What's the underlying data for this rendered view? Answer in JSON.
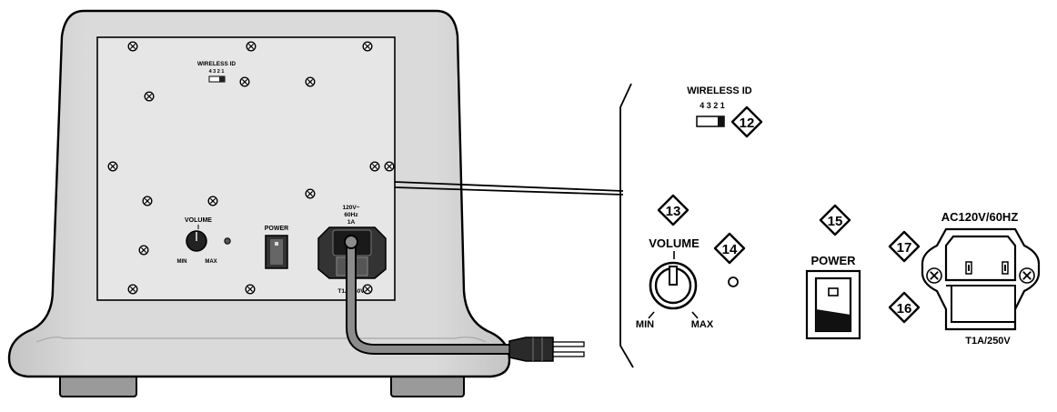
{
  "panel": {
    "wireless_id": "WIRELESS ID",
    "wireless_digits": "4 3 2 1",
    "volume": "VOLUME",
    "min": "MIN",
    "max": "MAX",
    "power": "POWER",
    "voltage": "120V~",
    "frequency": "60Hz",
    "current": "1A",
    "fuse": "T1A/250V"
  },
  "detail": {
    "wireless_id": "WIRELESS ID",
    "wireless_digits": "4 3 2 1",
    "volume": "VOLUME",
    "min": "MIN",
    "max": "MAX",
    "power": "POWER",
    "ac_rating": "AC120V/60HZ",
    "fuse": "T1A/250V"
  },
  "callouts": {
    "wireless": "12",
    "volume": "13",
    "led": "14",
    "power": "15",
    "fuse": "16",
    "ac_inlet": "17"
  },
  "colors": {
    "body": "#d2d2d2",
    "panel": "#e3e3e3",
    "outline": "#000000"
  }
}
